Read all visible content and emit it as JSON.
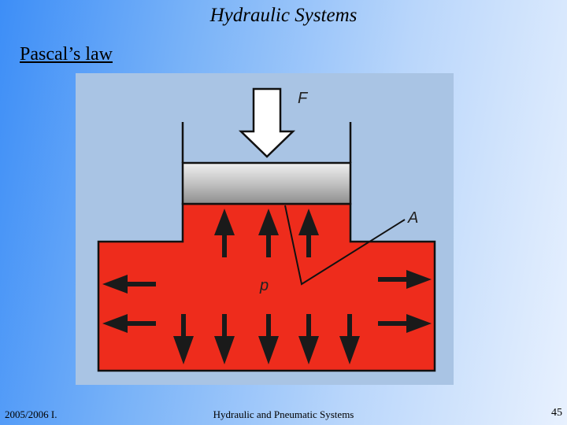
{
  "slide": {
    "title": "Hydraulic Systems",
    "subtitle": "Pascal’s law"
  },
  "diagram": {
    "force_label": "F",
    "area_label": "A",
    "pressure_label": "p",
    "colors": {
      "fluid": "#ee2c1c",
      "panel": "#a9c4e4",
      "piston": "#c8c8c8",
      "arrow": "#1a1a1a",
      "force_arrow": "#ffffff"
    }
  },
  "footer": {
    "left": "2005/2006 I.",
    "center": "Hydraulic and Pneumatic Systems",
    "page": "45"
  }
}
